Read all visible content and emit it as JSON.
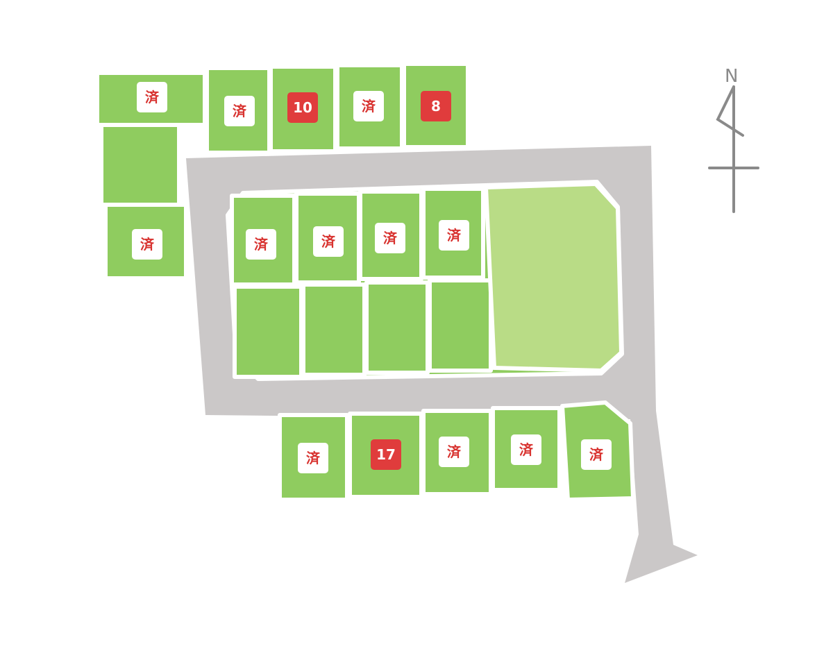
{
  "map": {
    "compass": {
      "label": "N"
    },
    "lots": [
      {
        "id": "lot-row1-1",
        "status": "sold",
        "label": "済"
      },
      {
        "id": "lot-row1-2",
        "status": "sold",
        "label": "済"
      },
      {
        "id": "lot-row1-3",
        "status": "available",
        "label": "10"
      },
      {
        "id": "lot-row1-4",
        "status": "sold",
        "label": "済"
      },
      {
        "id": "lot-row1-5",
        "status": "available",
        "label": "8"
      },
      {
        "id": "lot-west-1",
        "status": "blank",
        "label": ""
      },
      {
        "id": "lot-west-2",
        "status": "sold",
        "label": "済"
      },
      {
        "id": "lot-center-top-1",
        "status": "sold",
        "label": "済"
      },
      {
        "id": "lot-center-top-2",
        "status": "sold",
        "label": "済"
      },
      {
        "id": "lot-center-top-3",
        "status": "sold",
        "label": "済"
      },
      {
        "id": "lot-center-top-4",
        "status": "sold",
        "label": "済"
      },
      {
        "id": "lot-center-bottom-1",
        "status": "blank",
        "label": ""
      },
      {
        "id": "lot-center-bottom-2",
        "status": "blank",
        "label": ""
      },
      {
        "id": "lot-center-bottom-3",
        "status": "blank",
        "label": ""
      },
      {
        "id": "lot-center-bottom-4",
        "status": "blank",
        "label": ""
      },
      {
        "id": "lot-park",
        "status": "blank",
        "label": ""
      },
      {
        "id": "lot-south-1",
        "status": "sold",
        "label": "済"
      },
      {
        "id": "lot-south-2",
        "status": "available",
        "label": "17"
      },
      {
        "id": "lot-south-3",
        "status": "sold",
        "label": "済"
      },
      {
        "id": "lot-south-4",
        "status": "sold",
        "label": "済"
      },
      {
        "id": "lot-south-5",
        "status": "sold",
        "label": "済"
      }
    ]
  }
}
